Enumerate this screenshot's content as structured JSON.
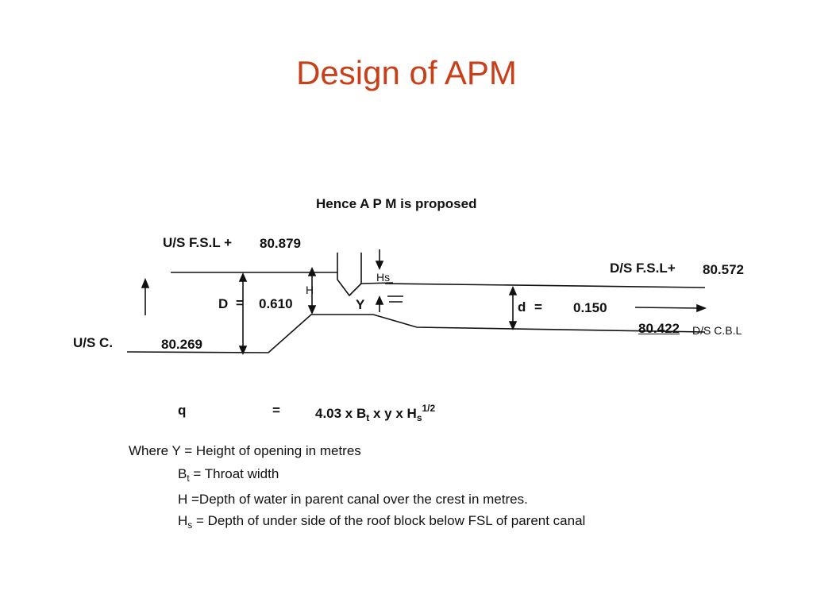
{
  "title": "Design of APM",
  "diagram": {
    "heading": "Hence A P M is proposed",
    "us_fsl_label": "U/S F.S.L +",
    "us_fsl_value": "80.879",
    "ds_fsl_label": "D/S F.S.L+",
    "ds_fsl_value": "80.572",
    "us_cbl_label": "U/S  C.",
    "us_cbl_value": "80.269",
    "ds_cbl_value": "80.422",
    "ds_cbl_label": "D/S  C.B.L",
    "D_label": "D",
    "D_eq": "=",
    "D_value": "0.610",
    "d_label": "d",
    "d_eq": "=",
    "d_value": "0.150",
    "H_label": "H",
    "Hs_label": "Hs",
    "Y_label": "Y"
  },
  "formula": {
    "lhs": "q",
    "eq": "=",
    "rhs_a": "4.03 x B",
    "rhs_sub_t": "t",
    "rhs_b": " x y x H",
    "rhs_sub_s": "s",
    "rhs_sup": "1/2"
  },
  "definitions": {
    "y": "Where Y =  Height of opening in metres",
    "bt_sym": "B",
    "bt_sub": "t",
    "bt_text": "  = Throat width",
    "h": "H =Depth of water in parent canal over the crest in metres.",
    "hs_sym": "H",
    "hs_sub": "s",
    "hs_text": " = Depth of under side of the roof block below FSL of parent canal"
  }
}
